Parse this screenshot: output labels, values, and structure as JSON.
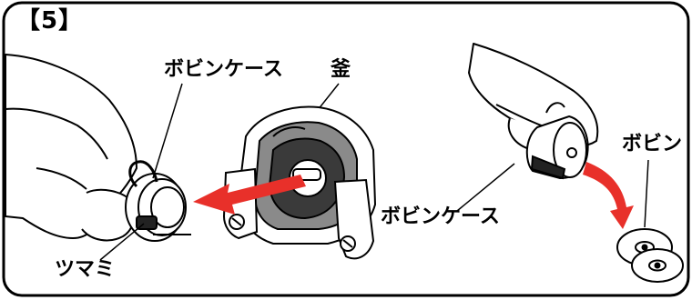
{
  "step_label": "【5】",
  "labels": {
    "bobbin_case_top": "ボビンケース",
    "hook": "釜",
    "knob": "ツマミ",
    "bobbin_case_right": "ボビンケース",
    "bobbin": "ボビン"
  },
  "colors": {
    "arrow": "#e8302a",
    "outline": "#000000",
    "hook_gray": "#8a8a8a",
    "hook_dark": "#3a3a3a"
  }
}
